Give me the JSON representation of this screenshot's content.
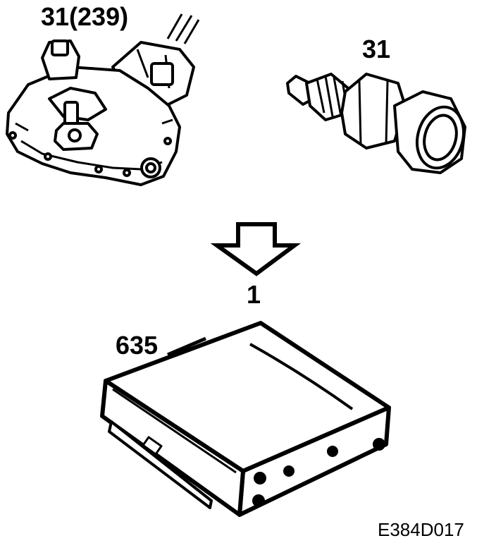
{
  "labels": {
    "switch_part": "31(239)",
    "sensor_part": "31",
    "control_unit_part": "635",
    "arrow_pin": "1"
  },
  "figure_ref": "E384D017"
}
